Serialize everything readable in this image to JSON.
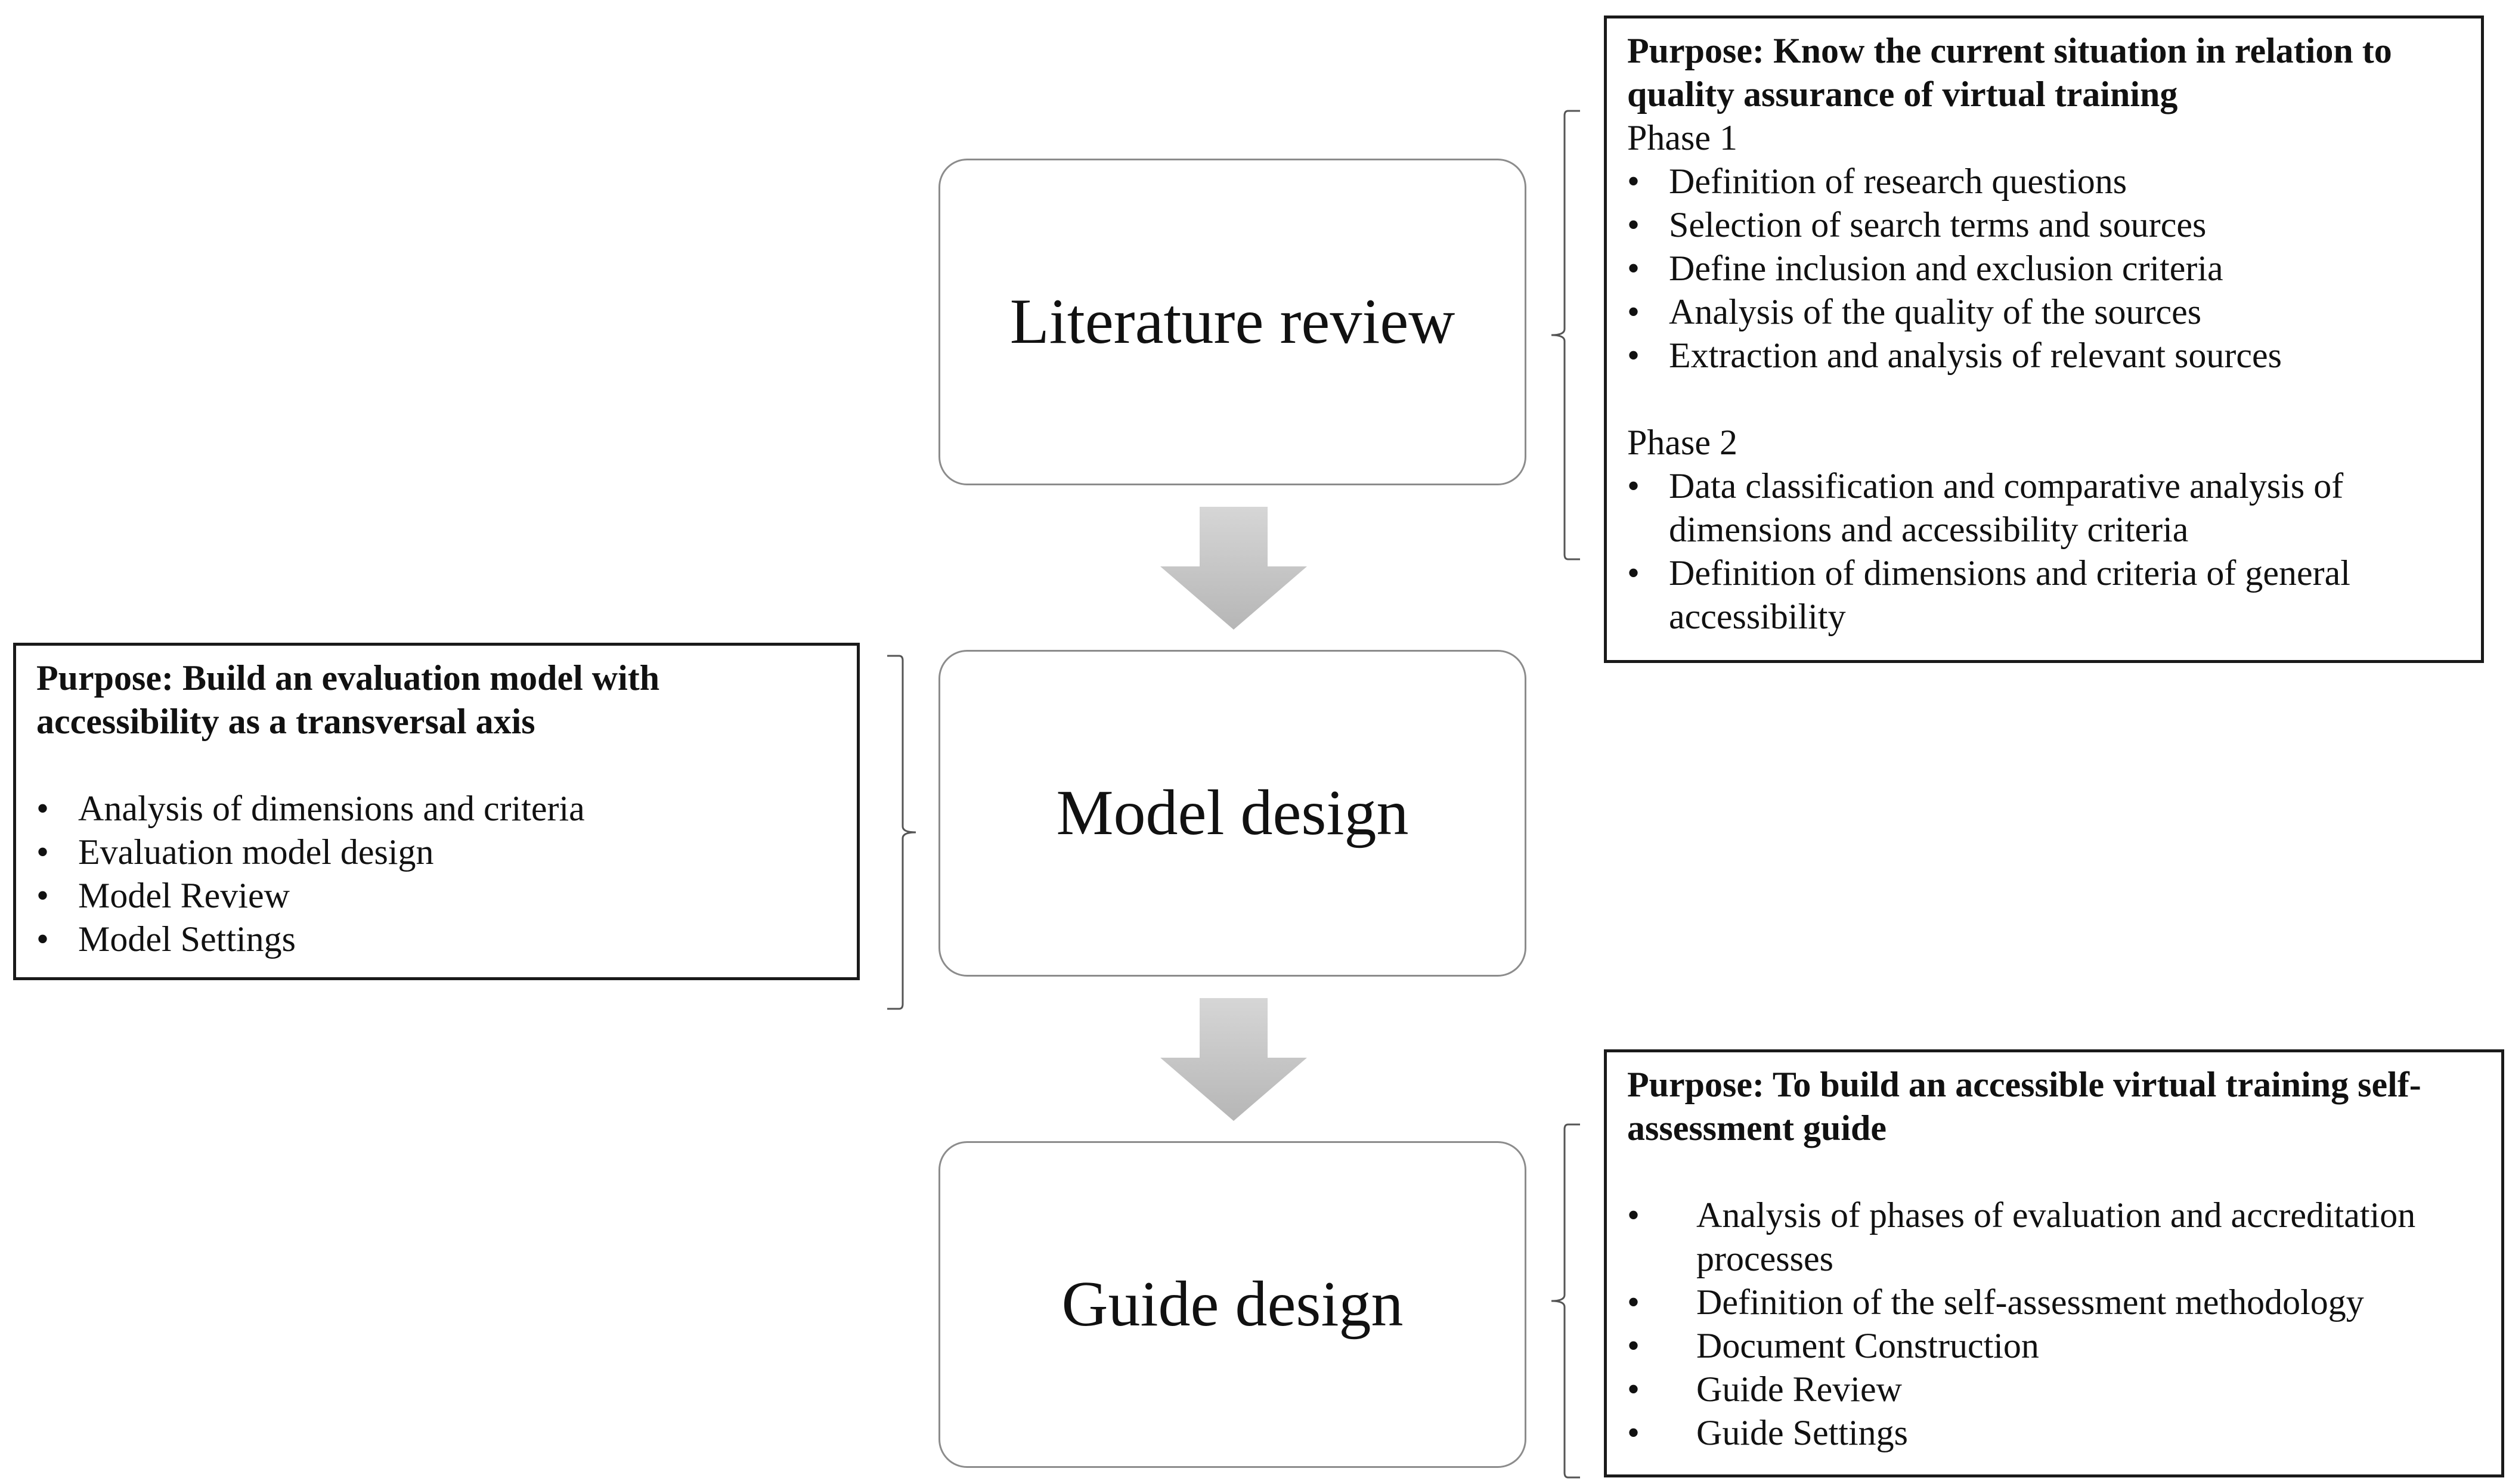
{
  "stages": {
    "literature_review": "Literature review",
    "model_design": "Model design",
    "guide_design": "Guide design"
  },
  "bullet_glyph": "•",
  "literature_box": {
    "purpose": "Purpose: Know the current situation in relation to quality assurance of virtual training",
    "phase1_label": "Phase 1",
    "phase1_items": [
      "Definition of research questions",
      "Selection of search terms and sources",
      "Define inclusion and exclusion criteria",
      "Analysis of the quality of the sources",
      "Extraction and analysis of relevant sources"
    ],
    "phase2_label": "Phase 2",
    "phase2_items": [
      "Data classification and comparative analysis of dimensions and accessibility criteria",
      "Definition of dimensions and criteria of general accessibility"
    ]
  },
  "model_box": {
    "purpose": "Purpose: Build an evaluation model with accessibility as a transversal axis",
    "items": [
      "Analysis of dimensions and criteria",
      "Evaluation model design",
      "Model Review",
      "Model Settings"
    ]
  },
  "guide_box": {
    "purpose": "Purpose: To build an accessible virtual training self-assessment guide",
    "items": [
      "Analysis of phases of evaluation and accreditation processes",
      "Definition of the self-assessment methodology",
      "Document Construction",
      "Guide Review",
      "Guide Settings"
    ]
  },
  "colors": {
    "arrow_top": "#d4d4d4",
    "arrow_bottom": "#b8b8b8",
    "stage_border": "#8c8c8c",
    "info_border": "#1a1a1a",
    "brace": "#555555"
  }
}
